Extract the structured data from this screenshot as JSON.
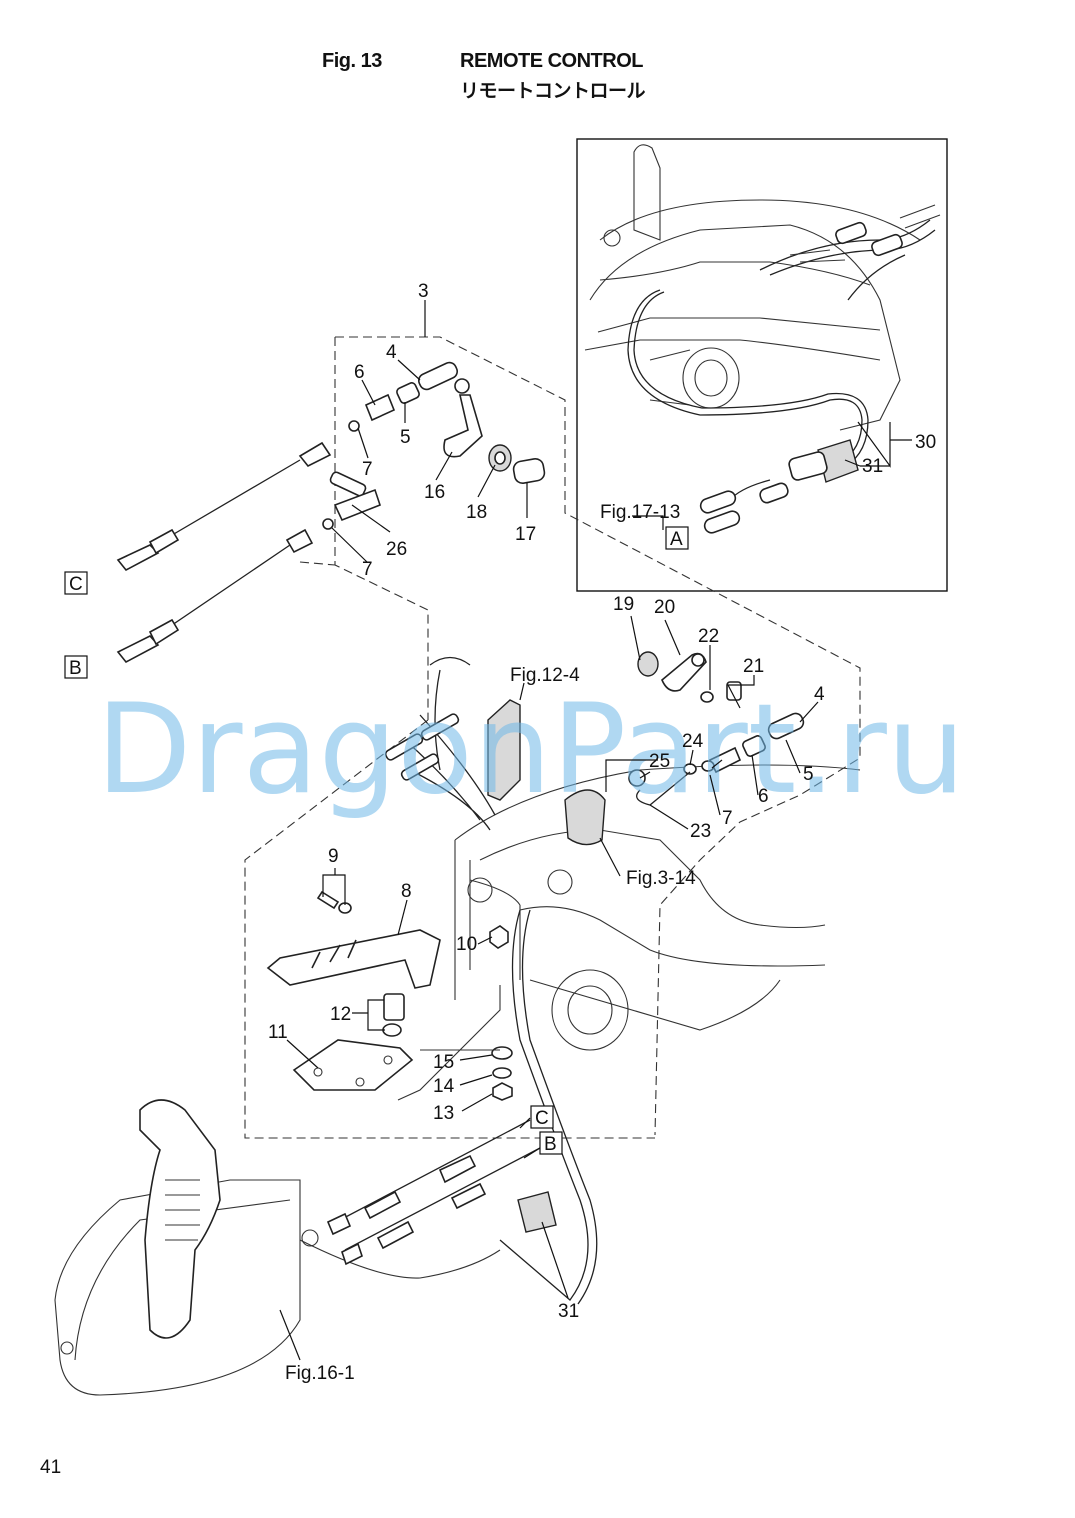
{
  "header": {
    "figure_number": "Fig. 13",
    "title": "REMOTE CONTROL",
    "title_jp": "リモートコントロール"
  },
  "watermark": "DragonPart.ru",
  "page_number": "41",
  "part_labels": {
    "p3": "3",
    "p4a": "4",
    "p6a": "6",
    "p5a": "5",
    "p7a": "7",
    "p16": "16",
    "p18": "18",
    "p17": "17",
    "p26": "26",
    "p7b": "7",
    "p30": "30",
    "p31a": "31",
    "p19": "19",
    "p20": "20",
    "p22": "22",
    "p21": "21",
    "p4b": "4",
    "p24": "24",
    "p25": "25",
    "p5b": "5",
    "p6b": "6",
    "p7c": "7",
    "p23": "23",
    "p9": "9",
    "p8": "8",
    "p10": "10",
    "p12": "12",
    "p11": "11",
    "p15": "15",
    "p14": "14",
    "p13": "13",
    "p31b": "31"
  },
  "references": {
    "fig_17_13": "Fig.17-13",
    "fig_12_4": "Fig.12-4",
    "fig_3_14": "Fig.3-14",
    "fig_16_1": "Fig.16-1"
  },
  "boxed_labels": {
    "c_left": "C",
    "b_left": "B",
    "a_inset": "A",
    "c_lower": "C",
    "b_lower": "B"
  },
  "colors": {
    "line": "#111111",
    "watermark": "#6fb8e8"
  }
}
